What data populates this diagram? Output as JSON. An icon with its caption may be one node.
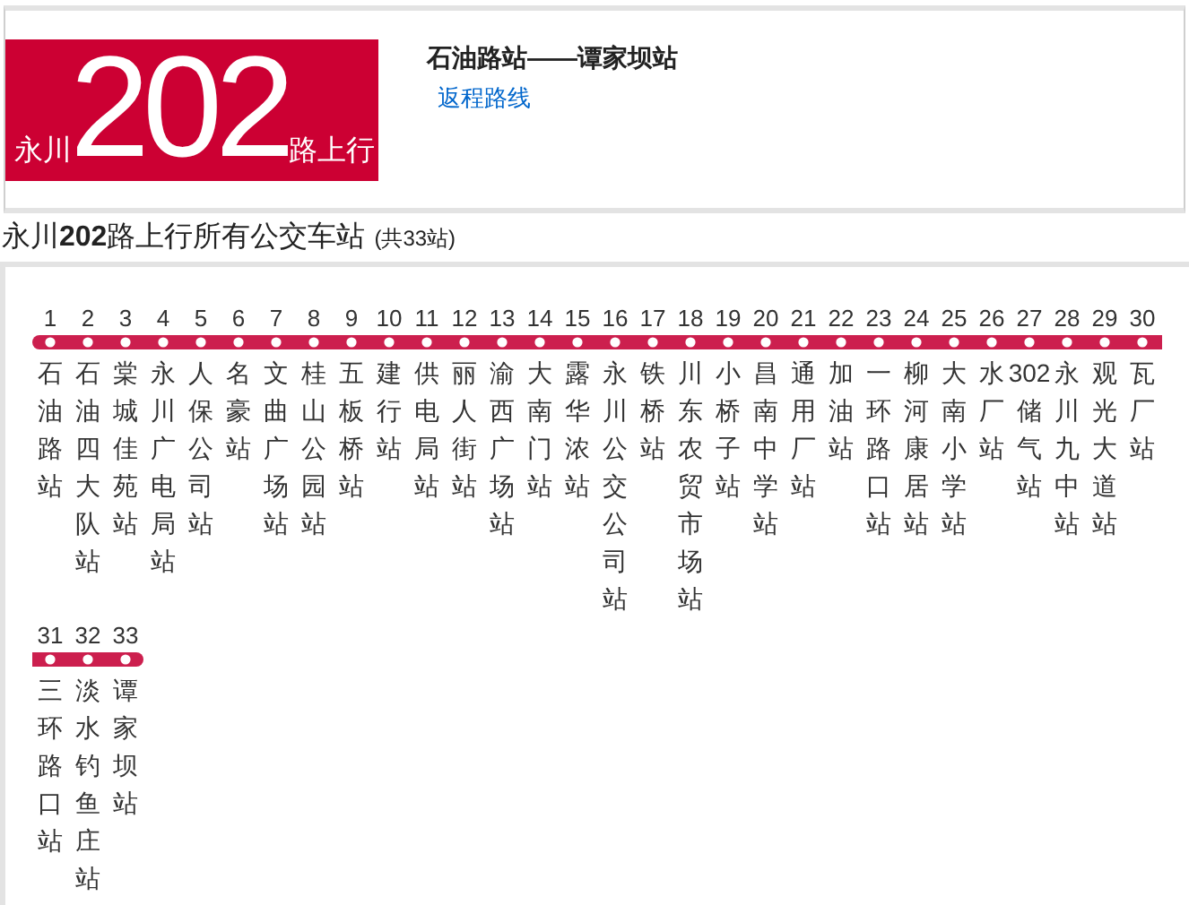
{
  "diagram": {
    "title": "永川**202**路上行所有公交车站",
    "nodes": [
      {
        "text": [
          "石油路站——谭家坝站",
          "返程路线"
        ]
      },
      {
        "text": [
          "永川",
          "202",
          "路上行"
        ],
        "in": 0
      }
    ],
    "labels": [
      "(共33站)",
      "1",
      "石油路站",
      "2",
      "石油四大队站",
      "3",
      "棠城佳苑站",
      "4",
      "永川广电局站",
      "5",
      "人保公司站",
      "6",
      "名豪站",
      "7",
      "文曲广场站",
      "8",
      "桂山公园站",
      "9",
      "五板桥站",
      "10",
      "建行站",
      "11",
      "供电局站",
      "12",
      "丽人街站",
      "13",
      "渝西广场站",
      "14",
      "大南门站",
      "15",
      "露华浓站",
      "16",
      "永川公交公司站",
      "17",
      "铁桥站",
      "18",
      "川东农贸市场站",
      "19",
      "小桥子站",
      "20",
      "昌南中学站",
      "21",
      "通用厂站",
      "22",
      "加油站",
      "23",
      "一环路口站",
      "24",
      "柳河康居站",
      "25",
      "大南小学站",
      "26",
      "水厂站",
      "27",
      "302储气站",
      "28",
      "永川九中站",
      "29",
      "观光大道站",
      "30",
      "瓦厂站",
      "31",
      "三环路口站",
      "32",
      "淡水钓鱼庄站",
      "33",
      "谭家坝站"
    ]
  }
}
